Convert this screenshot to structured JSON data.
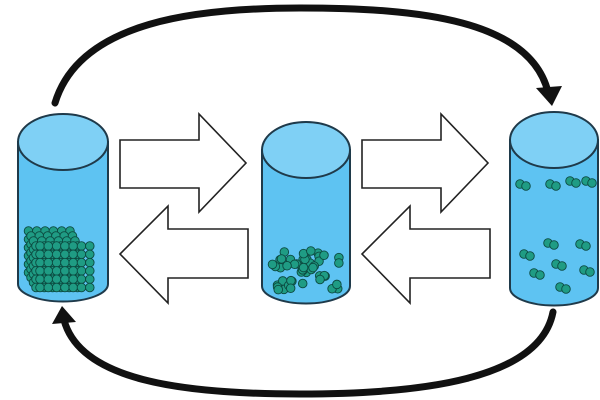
{
  "diagram": {
    "states": [
      {
        "id": "solid",
        "particle_arrangement": "lattice"
      },
      {
        "id": "liquid",
        "particle_arrangement": "clustered"
      },
      {
        "id": "gas",
        "particle_arrangement": "dispersed"
      }
    ],
    "colors": {
      "container_fill": "#5ec3f2",
      "container_top": "#7fd0f5",
      "outline": "#1f3a4a",
      "particle_fill": "#1f9c84",
      "particle_stroke": "#0c4a40",
      "arrow_stroke": "#222222",
      "curve_arrow": "#111111"
    }
  }
}
